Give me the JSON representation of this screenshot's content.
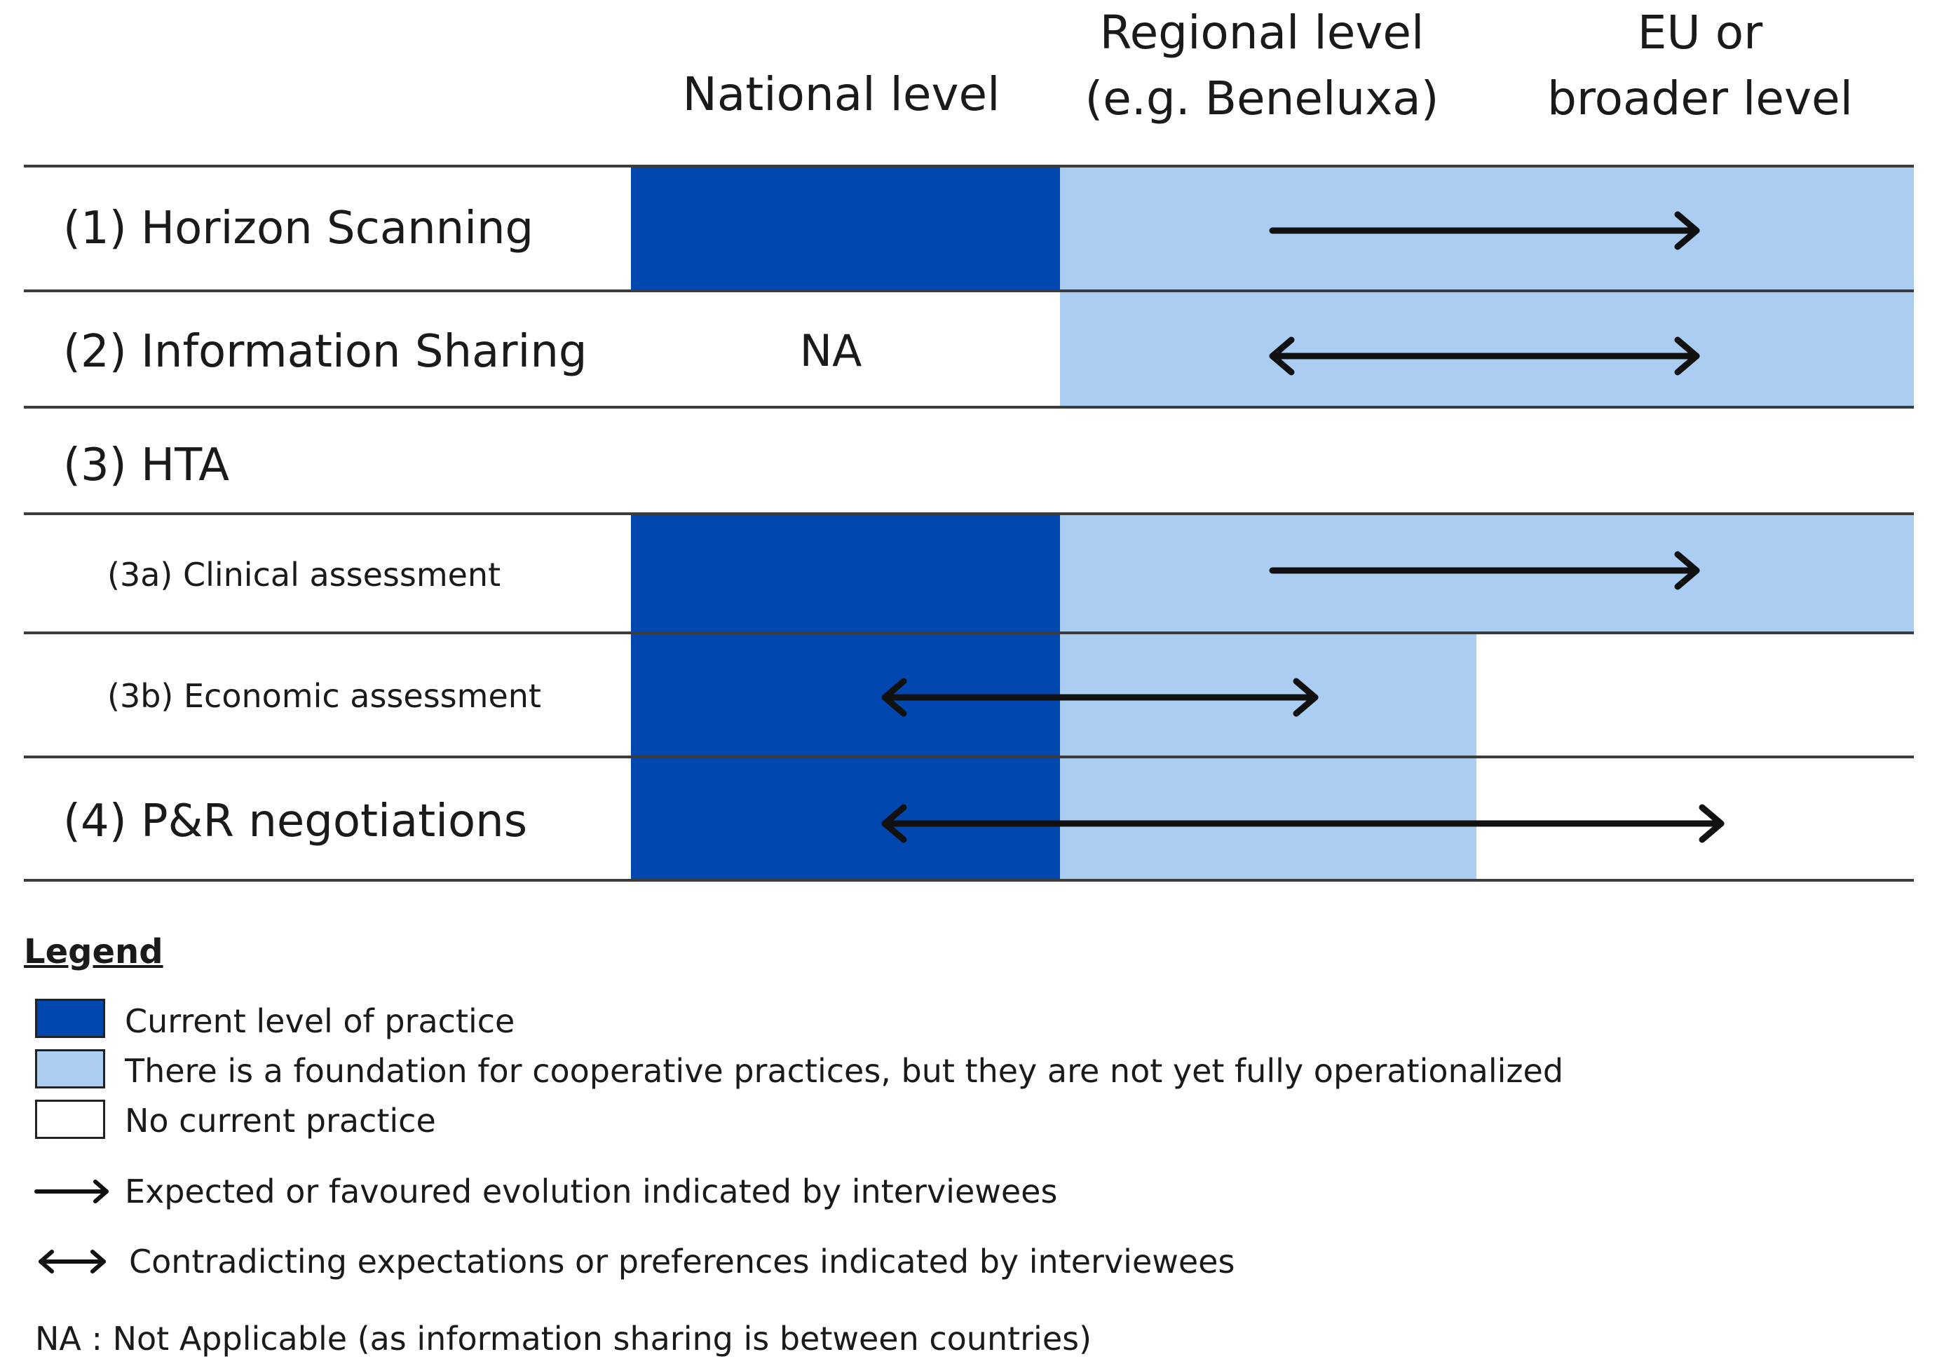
{
  "columns": {
    "national": "National level",
    "regional_line1": "Regional level",
    "regional_line2": "(e.g. Beneluxa)",
    "eu_line1": "EU or",
    "eu_line2": "broader level"
  },
  "rows": {
    "r1": "(1) Horizon Scanning",
    "r2": "(2) Information Sharing",
    "r2_na": "NA",
    "r3": "(3) HTA",
    "r3a": "(3a) Clinical assessment",
    "r3b": "(3b) Economic assessment",
    "r4": "(4) P&R negotiations"
  },
  "legend": {
    "title": "Legend",
    "current": "Current level of practice",
    "foundation": "There is a foundation for cooperative practices, but they are not yet fully operationalized",
    "none": "No current practice",
    "expected": "Expected or favoured evolution indicated by interviewees",
    "contradicting": "Contradicting expectations or preferences indicated by interviewees",
    "na_note": "NA : Not Applicable (as information sharing is between countries)"
  },
  "colors": {
    "current": "#0048b0",
    "foundation": "#abcdf1",
    "none": "#ffffff"
  }
}
